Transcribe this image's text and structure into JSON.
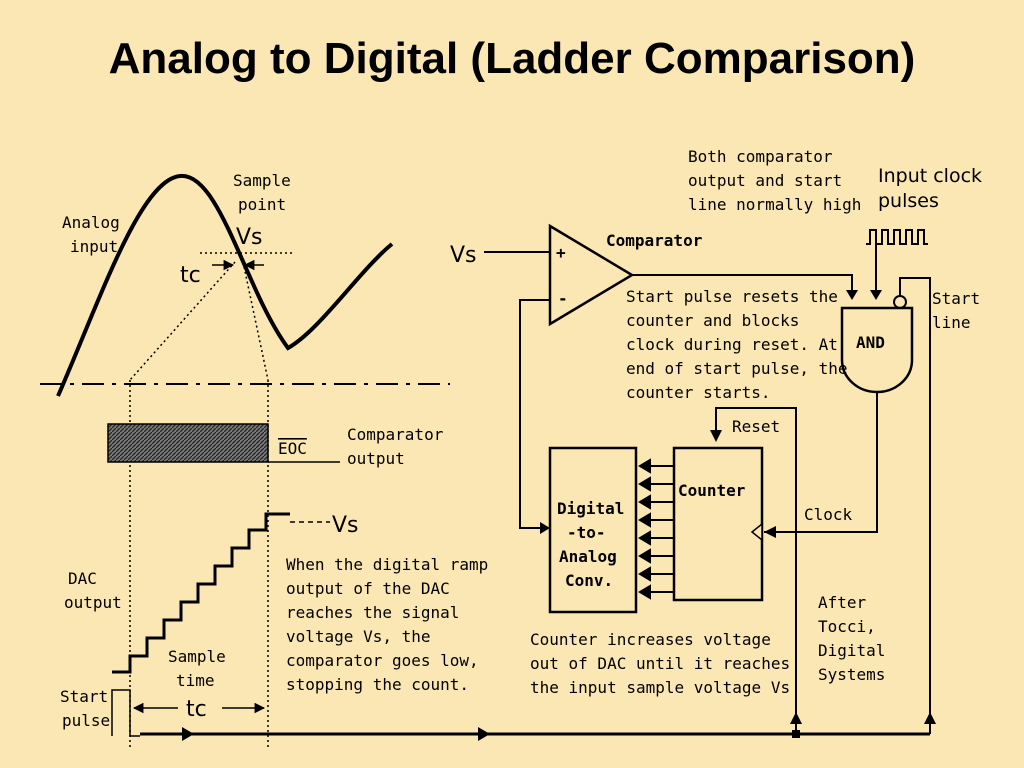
{
  "title": "Analog to Digital (Ladder Comparison)",
  "left": {
    "analog_input": [
      "Analog",
      "input"
    ],
    "sample_point": [
      "Sample",
      "point"
    ],
    "vs_top": "Vs",
    "tc_top": "tc",
    "eoc": "EOC",
    "comparator_output": [
      "Comparator",
      "output"
    ],
    "vs_ramp": "Vs",
    "dac_output": [
      "DAC",
      "output"
    ],
    "sample_time": [
      "Sample",
      "time"
    ],
    "start_pulse": [
      "Start",
      "pulse"
    ],
    "tc_bottom": "tc",
    "ramp_note": [
      "When the digital ramp",
      "output of the DAC",
      "reaches the signal",
      "voltage Vs, the",
      "comparator goes low,",
      "stopping the count."
    ]
  },
  "right": {
    "vs_input": "Vs",
    "comparator": "Comparator",
    "plus": "+",
    "minus": "-",
    "comparator_note": [
      "Both comparator",
      "output and start",
      "line normally high"
    ],
    "input_clock": [
      "Input clock",
      "pulses"
    ],
    "start_line": [
      "Start",
      "line"
    ],
    "and": "AND",
    "start_pulse_note": [
      "Start pulse resets the",
      "counter and blocks",
      "clock during reset. At",
      "end of start pulse, the",
      "counter starts."
    ],
    "reset": "Reset",
    "counter": "Counter",
    "clock": "Clock",
    "dac": [
      "Digital",
      "-to-",
      "Analog",
      "Conv."
    ],
    "counter_note": [
      "Counter increases voltage",
      "out of DAC until it reaches",
      "the input sample voltage Vs"
    ],
    "credit": [
      "After",
      "Tocci,",
      "Digital",
      "Systems"
    ]
  }
}
